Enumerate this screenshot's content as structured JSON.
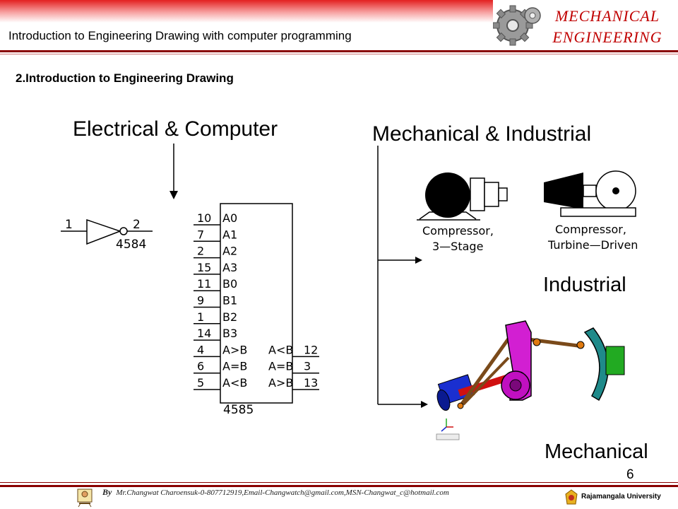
{
  "header": {
    "title": "Introduction to Engineering Drawing with computer programming",
    "department_line1": "MECHANICAL",
    "department_line2": "ENGINEERING"
  },
  "section_title": "2.Introduction to Engineering Drawing",
  "headings": {
    "electrical": "Electrical & Computer",
    "mechanical": "Mechanical & Industrial"
  },
  "inverter": {
    "pin_in": "1",
    "pin_out": "2",
    "part": "4584"
  },
  "comparator": {
    "part": "4585",
    "inputs": [
      {
        "pin": "10",
        "name": "A0"
      },
      {
        "pin": "7",
        "name": "A1"
      },
      {
        "pin": "2",
        "name": "A2"
      },
      {
        "pin": "15",
        "name": "A3"
      },
      {
        "pin": "11",
        "name": "B0"
      },
      {
        "pin": "9",
        "name": "B1"
      },
      {
        "pin": "1",
        "name": "B2"
      },
      {
        "pin": "14",
        "name": "B3"
      },
      {
        "pin": "4",
        "name": "A>B"
      },
      {
        "pin": "6",
        "name": "A=B"
      },
      {
        "pin": "5",
        "name": "A<B"
      }
    ],
    "outputs": [
      {
        "pin": "12",
        "name": "A<B"
      },
      {
        "pin": "3",
        "name": "A=B"
      },
      {
        "pin": "13",
        "name": "A>B"
      }
    ]
  },
  "compressors": {
    "left_line1": "Compressor,",
    "left_line2": "3—Stage",
    "right_line1": "Compressor,",
    "right_line2": "Turbine—Driven"
  },
  "labels": {
    "industrial": "Industrial",
    "mechanical": "Mechanical"
  },
  "page_number": "6",
  "footer": {
    "by": "By",
    "author": "Mr.Changwat Charoensuk-0-807712919,Email-Changwatch@gmail.com,MSN-Changwat_c@hotmail.com",
    "university": "Rajamangala University"
  },
  "colors": {
    "header_red": "#e32020",
    "dept_text": "#c00000",
    "rule": "#8a0000"
  }
}
